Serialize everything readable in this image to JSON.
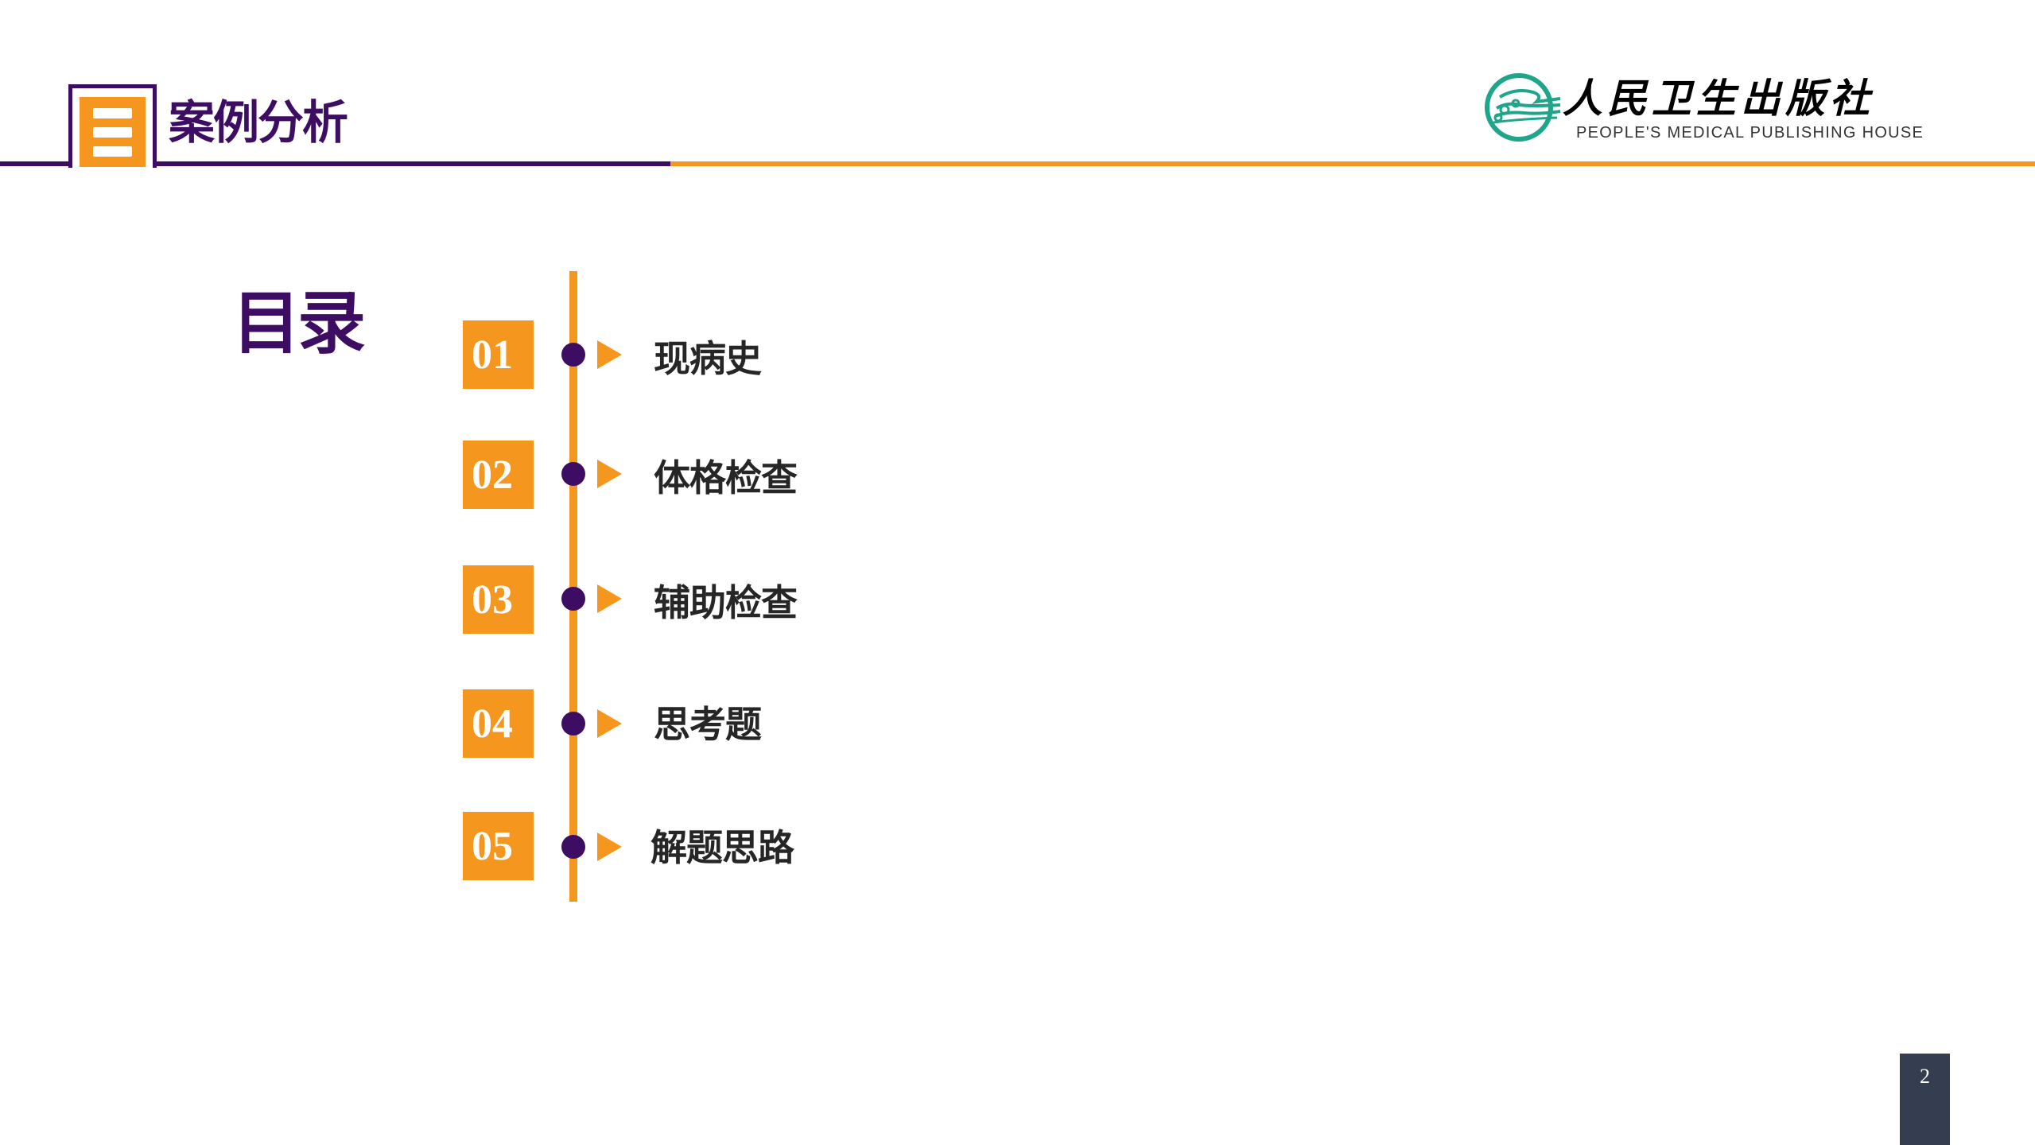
{
  "header": {
    "title": "案例分析",
    "icon": "menu-lines-icon",
    "colors": {
      "primary": "#3d0d63",
      "accent": "#f5961e"
    }
  },
  "logo": {
    "name_cn": "人民卫生出版社",
    "name_en": "PEOPLE'S MEDICAL PUBLISHING HOUSE",
    "emblem": "pmph-emblem-icon",
    "color": "#1fa58a"
  },
  "toc": {
    "title": "目录",
    "items": [
      {
        "number": "01",
        "label": "现病史"
      },
      {
        "number": "02",
        "label": "体格检查"
      },
      {
        "number": "03",
        "label": "辅助检查"
      },
      {
        "number": "04",
        "label": "思考题"
      },
      {
        "number": "05",
        "label": "解题思路"
      }
    ]
  },
  "footer": {
    "page_number": "2"
  }
}
